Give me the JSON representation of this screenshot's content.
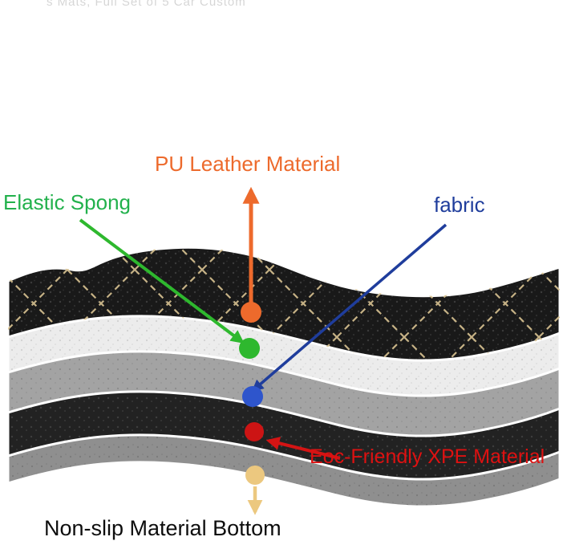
{
  "watermark": {
    "text": "s Mats, Full Set of 5 Car Custom"
  },
  "labels": {
    "pu_leather": {
      "text": "PU Leather Material",
      "color": "#ed6a2c"
    },
    "elastic_sponge": {
      "text": "Elastic Spong",
      "color": "#22b14c"
    },
    "fabric": {
      "text": "fabric",
      "color": "#1f3d9c"
    },
    "xpe": {
      "text": "Eoc-Friendly XPE Material",
      "color": "#dd1111"
    },
    "non_slip": {
      "text": "Non-slip Material Bottom",
      "color": "#0d0d0d"
    }
  },
  "layer_markers": [
    {
      "layer": "pu-leather-top-layer",
      "dot_color": "#ed6a2c"
    },
    {
      "layer": "elastic-sponge-layer",
      "dot_color": "#2eb82e"
    },
    {
      "layer": "fabric-layer",
      "dot_color": "#2e55cc"
    },
    {
      "layer": "xpe-foam-layer",
      "dot_color": "#cc1414"
    },
    {
      "layer": "non-slip-bottom-layer",
      "dot_color": "#ecc87f"
    }
  ]
}
